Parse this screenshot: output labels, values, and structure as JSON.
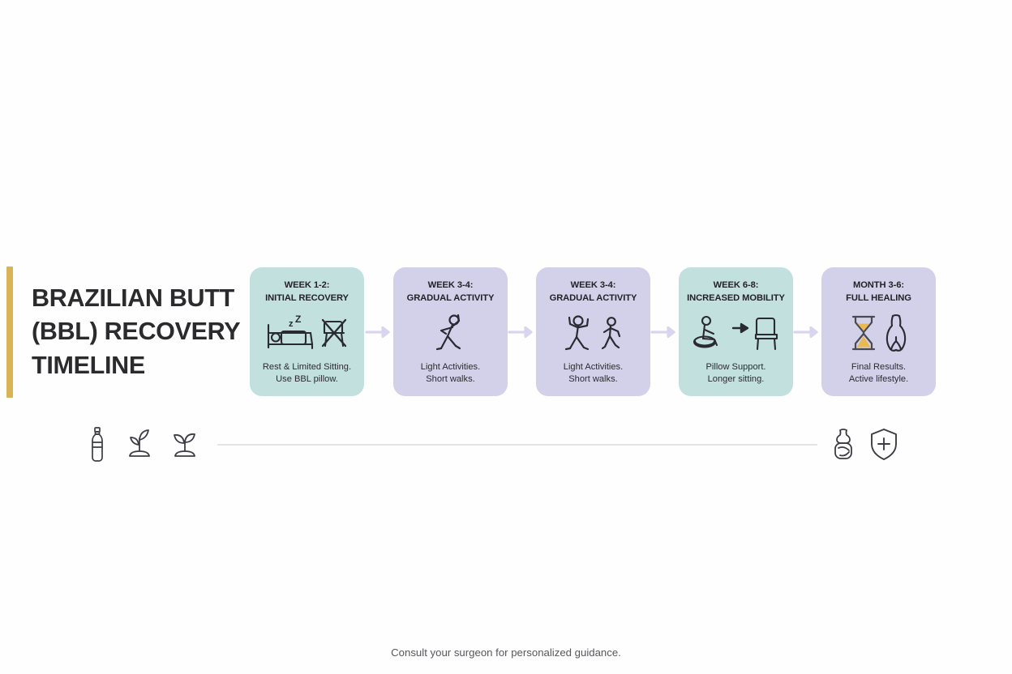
{
  "title": {
    "text": "BRAZILIAN BUTT\n(BBL) RECOVERY\nTIMELINE",
    "accent_color": "#d9b457"
  },
  "timeline": {
    "connector_color": "#d9d5ee",
    "steps": [
      {
        "heading": "WEEK 1-2:\nINITIAL RECOVERY",
        "body": "Rest & Limited Sitting.\nUse BBL pillow.",
        "bg_color": "#c2e0de",
        "icons": [
          "bed-sleep-icon",
          "no-sitting-chair-icon"
        ]
      },
      {
        "heading": "WEEK 3-4:\nGRADUAL ACTIVITY",
        "body": "Light Activities.\nShort walks.",
        "bg_color": "#d3d0ea",
        "icons": [
          "stretching-person-icon"
        ]
      },
      {
        "heading": "WEEK 3-4:\nGRADUAL ACTIVITY",
        "body": "Light Activities.\nShort walks.",
        "bg_color": "#d3d0ea",
        "icons": [
          "stretching-person-icon",
          "walking-person-icon"
        ]
      },
      {
        "heading": "WEEK 6-8:\nINCREASED MOBILITY",
        "body": "Pillow Support.\nLonger sitting.",
        "bg_color": "#c2e0de",
        "icons": [
          "person-on-donut-pillow-icon",
          "arrow-right-icon",
          "chair-icon"
        ]
      },
      {
        "heading": "MONTH 3-6:\nFULL HEALING",
        "body": "Final Results.\nActive lifestyle.",
        "bg_color": "#d3d0ea",
        "icons": [
          "hourglass-icon",
          "body-silhouette-icon"
        ]
      }
    ]
  },
  "bottom_strip": {
    "left_icons": [
      "water-bottle-icon",
      "sprout-plant-icon",
      "sprout-plant-icon"
    ],
    "right_icons": [
      "compression-garment-icon",
      "medical-shield-plus-icon"
    ],
    "rule_color": "#e4e4e6"
  },
  "footer": {
    "note": "Consult your surgeon for personalized guidance."
  }
}
